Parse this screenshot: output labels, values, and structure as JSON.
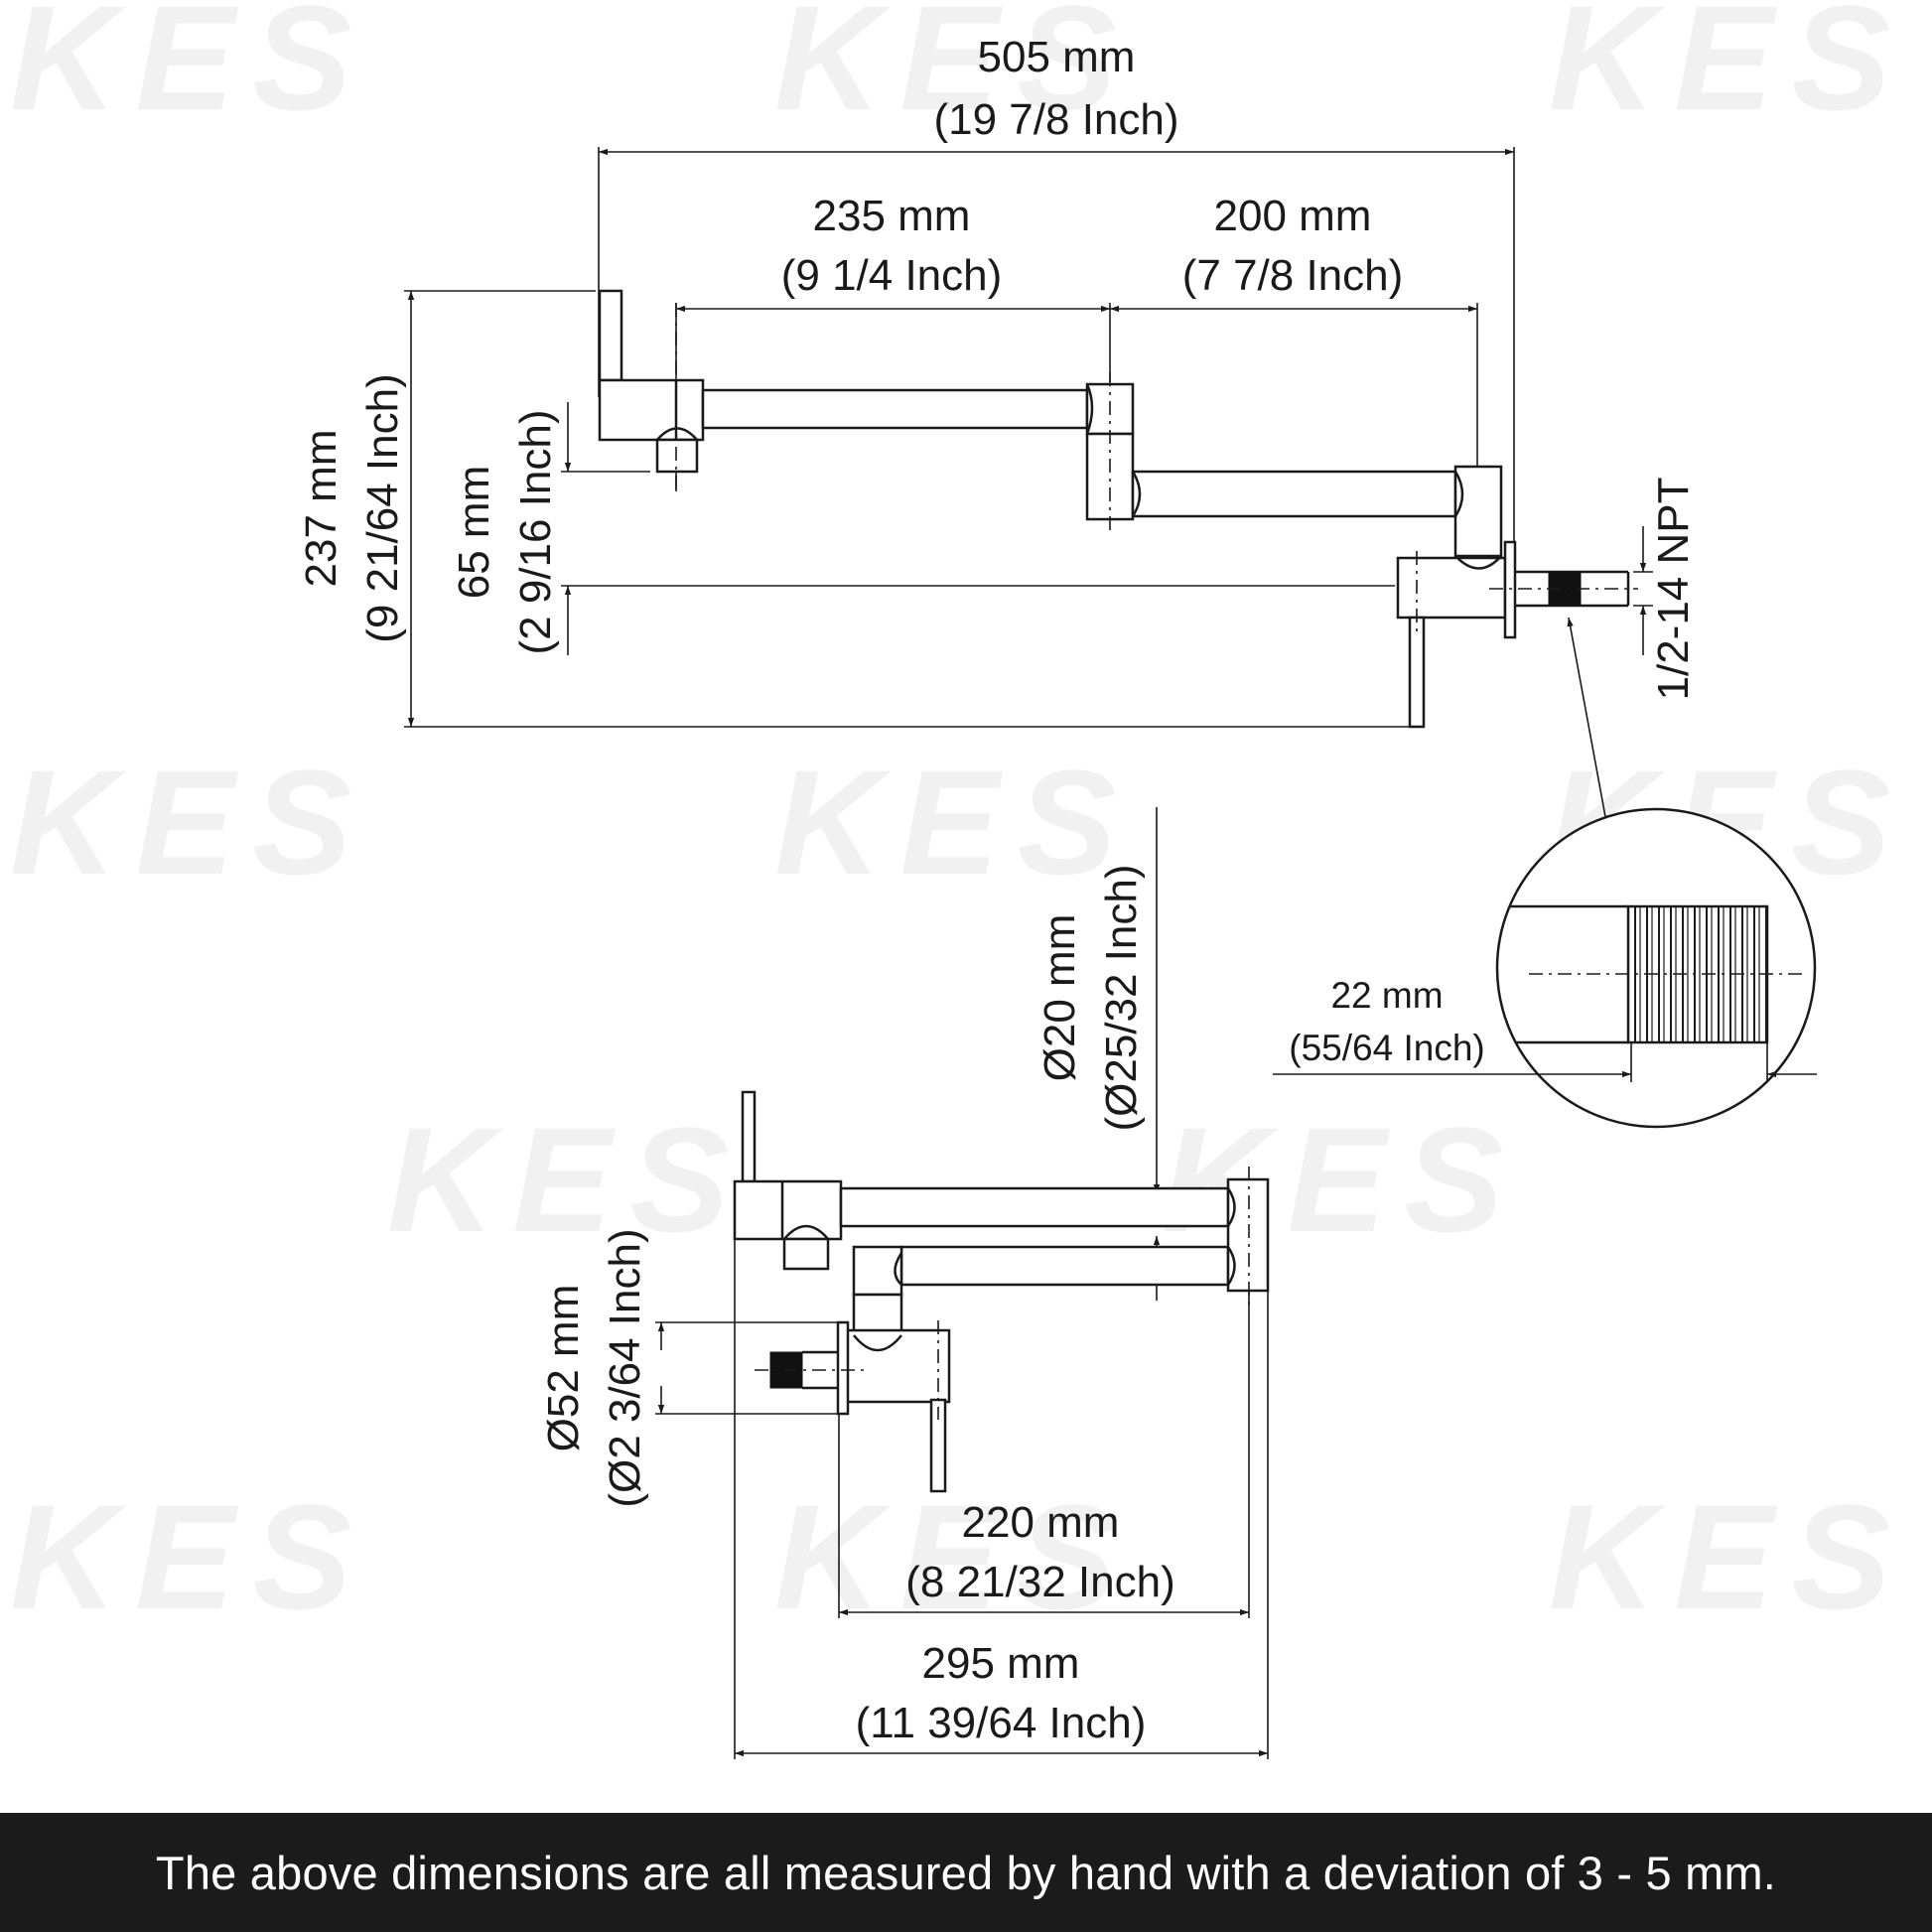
{
  "watermark": "KES",
  "top_view": {
    "overall_length": {
      "mm": "505 mm",
      "inch": "(19 7/8 Inch)"
    },
    "arm1_length": {
      "mm": "235 mm",
      "inch": "(9 1/4 Inch)"
    },
    "arm2_length": {
      "mm": "200 mm",
      "inch": "(7 7/8 Inch)"
    },
    "total_height": {
      "mm": "237 mm",
      "inch": "(9 21/64 Inch)"
    },
    "spout_drop": {
      "mm": "65 mm",
      "inch": "(2 9/16 Inch)"
    },
    "thread_spec": "1/2-14 NPT"
  },
  "detail_view": {
    "thread_length": {
      "mm": "22 mm",
      "inch": "(55/64 Inch)"
    }
  },
  "side_view": {
    "pipe_diameter": {
      "mm": "Ø20 mm",
      "inch": "(Ø25/32 Inch)"
    },
    "flange_diameter": {
      "mm": "Ø52 mm",
      "inch": "(Ø2 3/64 Inch)"
    },
    "arm_span": {
      "mm": "220 mm",
      "inch": "(8 21/32 Inch)"
    },
    "total_depth": {
      "mm": "295 mm",
      "inch": "(11 39/64 Inch)"
    }
  },
  "footer": {
    "note": "The above dimensions are all measured by hand with a deviation of 3 - 5 mm."
  },
  "colors": {
    "line": "#1a1a1a",
    "footer_bg": "#1b1b1b",
    "footer_text": "#ffffff"
  }
}
